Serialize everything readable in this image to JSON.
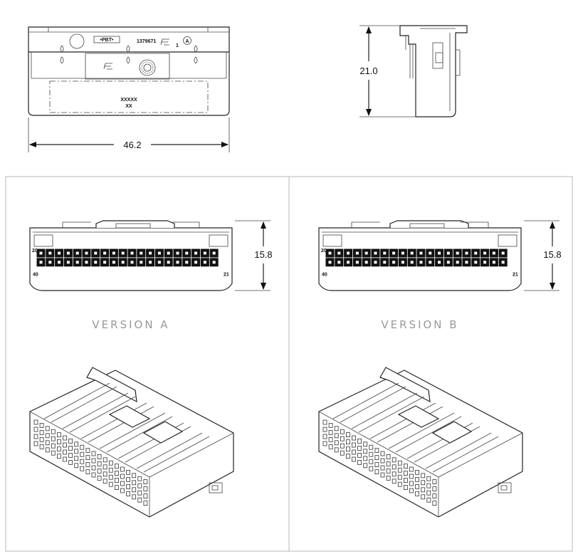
{
  "top_view": {
    "material_label": "•PBT•",
    "part_number": "1379671",
    "revision_circle": "A",
    "small_digit": "1",
    "code_line1": "XXXXX",
    "code_line2": "XX",
    "width_dim": "46.2"
  },
  "side_view": {
    "height_dim": "21.0"
  },
  "panels": [
    {
      "label": "VERSION A",
      "height_dim": "15.8",
      "pin_top_left": "20",
      "pin_bottom_left": "40",
      "pin_right": "21"
    },
    {
      "label": "VERSION B",
      "height_dim": "15.8",
      "pin_top_left": "20",
      "pin_bottom_left": "40",
      "pin_right": "21"
    }
  ],
  "pin_grid": {
    "columns": 20,
    "rows": 2
  }
}
